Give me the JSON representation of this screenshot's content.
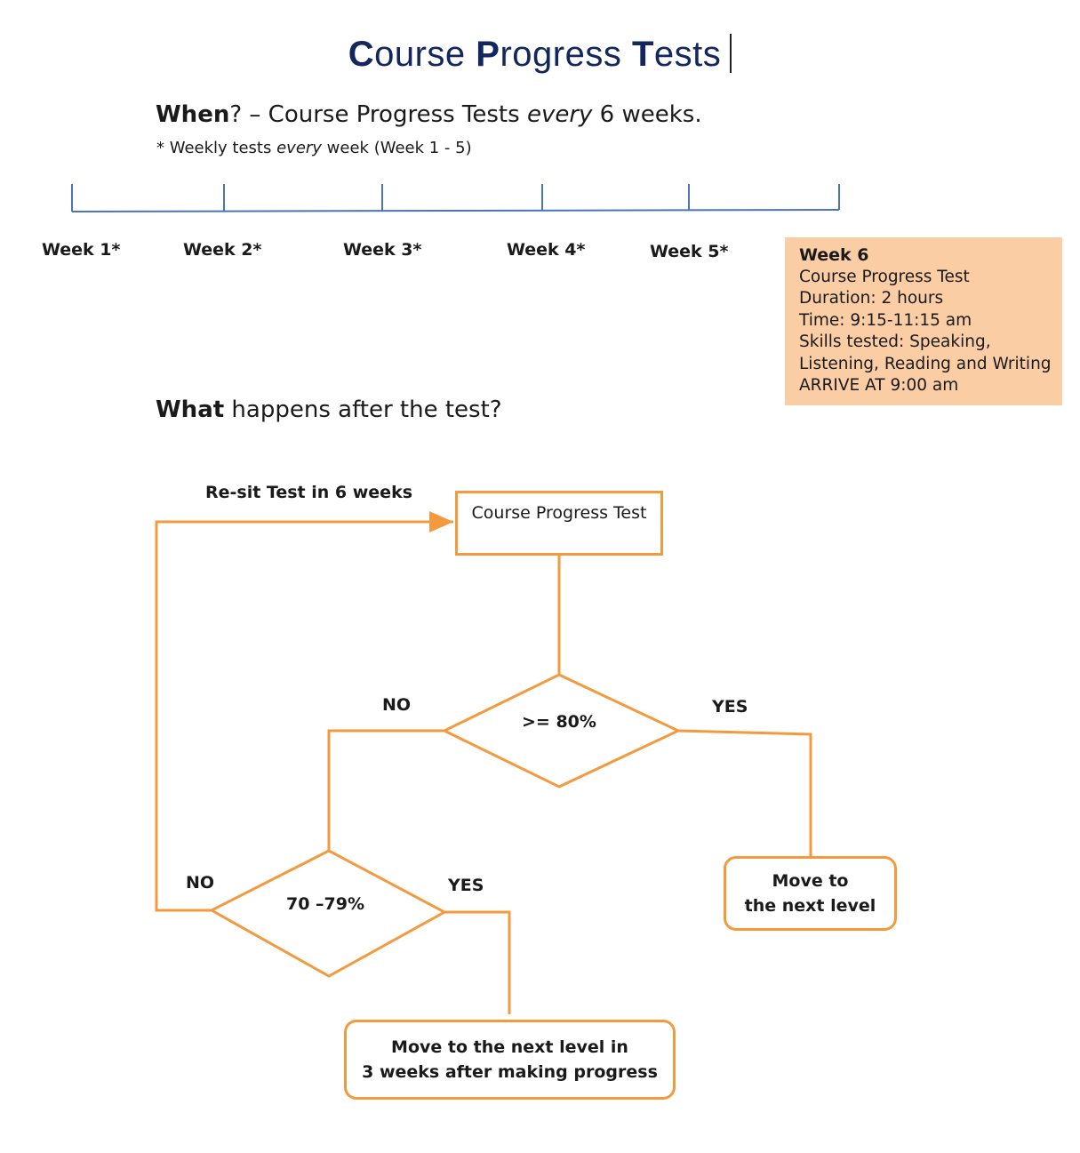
{
  "title": {
    "c": "C",
    "ourse": "ourse ",
    "p": "P",
    "rogress": "rogress ",
    "t": "T",
    "ests": "ests"
  },
  "when": {
    "bold": "When",
    "text1": "? – Course Progress Tests ",
    "italic": "every",
    "text2": " 6 weeks."
  },
  "note": {
    "text1": "* Weekly tests ",
    "italic": "every",
    "text2": " week (Week 1 - 5)"
  },
  "timeline": {
    "weeks": [
      "Week 1*",
      "Week 2*",
      "Week 3*",
      "Week 4*",
      "Week 5*"
    ]
  },
  "week6": {
    "title": "Week 6",
    "lines": [
      "Course Progress Test",
      "Duration: 2 hours",
      "Time: 9:15-11:15 am",
      "Skills tested: Speaking,",
      "Listening, Reading and Writing",
      "ARRIVE AT 9:00 am"
    ]
  },
  "what": {
    "bold": "What",
    "text": " happens after the test?"
  },
  "flow": {
    "start": "Course Progress Test",
    "resit": "Re-sit Test in 6 weeks",
    "decision1": ">= 80%",
    "decision2": "70 –79%",
    "no1": "NO",
    "yes1": "YES",
    "no2": "NO",
    "yes2": "YES",
    "next_level": [
      "Move to",
      "the next level"
    ],
    "next_level_3w": [
      "Move to the next level in",
      "3 weeks after making progress"
    ]
  },
  "colors": {
    "title": "#13275e",
    "flow": "#f39a3f",
    "timeline": "#4a74b7",
    "week6_bg": "#fbcda5"
  }
}
